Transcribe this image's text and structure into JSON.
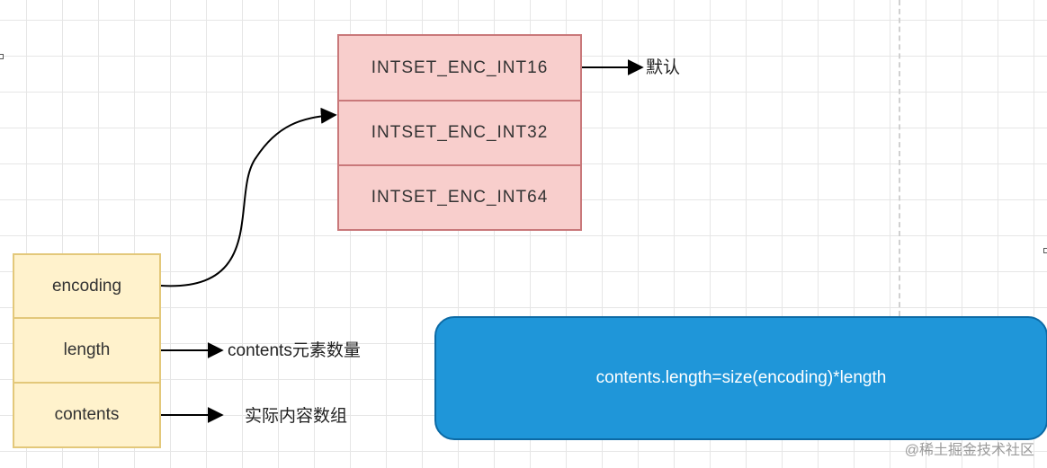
{
  "encoding_types": [
    {
      "label": "INTSET_ENC_INT16",
      "note": "默认"
    },
    {
      "label": "INTSET_ENC_INT32",
      "note": ""
    },
    {
      "label": "INTSET_ENC_INT64",
      "note": ""
    }
  ],
  "fields": [
    {
      "label": "encoding",
      "note": ""
    },
    {
      "label": "length",
      "note": "contents元素数量"
    },
    {
      "label": "contents",
      "note": "实际内容数组"
    }
  ],
  "formula": "contents.length=size(encoding)*length",
  "watermark": "@稀土掘金技术社区",
  "colors": {
    "enc_fill": "#f8cecc",
    "enc_border": "#c9787a",
    "field_fill": "#fff2cc",
    "field_border": "#e3c87a",
    "formula_fill": "#1f96d9",
    "formula_text": "#ffffff",
    "arrow": "#000000"
  }
}
